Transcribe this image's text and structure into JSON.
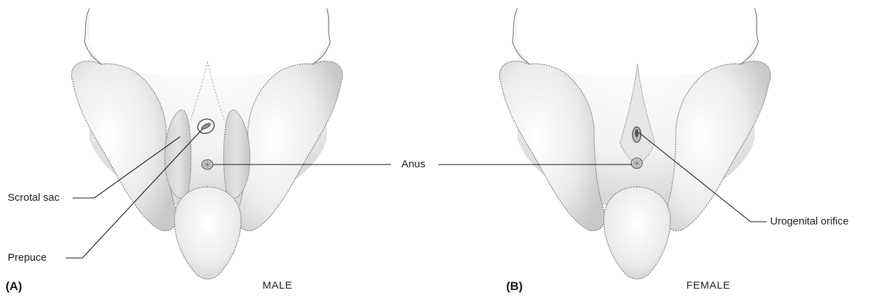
{
  "panels": {
    "a": {
      "letter": "(A)",
      "caption": "MALE"
    },
    "b": {
      "letter": "(B)",
      "caption": "FEMALE"
    }
  },
  "labels": {
    "scrotal_sac": "Scrotal sac",
    "prepuce": "Prepuce",
    "anus": "Anus",
    "urogenital_orifice": "Urogenital orifice"
  },
  "colors": {
    "fur_fill": "#ececec",
    "fur_shade": "#d2d2d2",
    "outline": "#7a7a7a",
    "leader": "#111111"
  }
}
